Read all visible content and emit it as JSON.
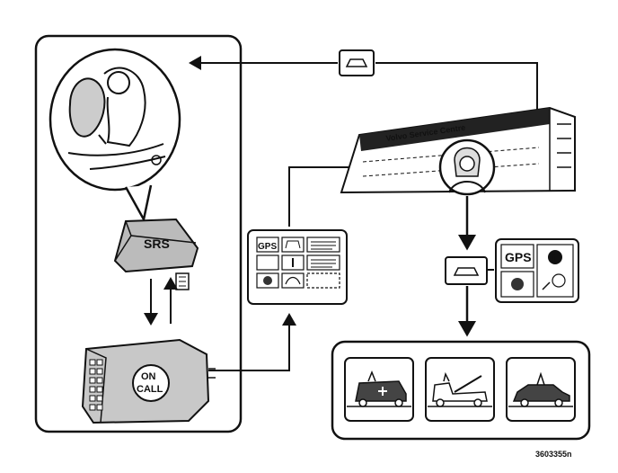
{
  "srs_module": {
    "label": "SRS"
  },
  "on_call_unit": {
    "line1": "ON",
    "line2": "CALL"
  },
  "data_panel": {
    "gps_label": "GPS"
  },
  "service_centre": {
    "sign": "Volvo Service Centre"
  },
  "info_panel": {
    "gps_label": "GPS",
    "info_glyph": "i"
  },
  "reference_code": "3603355n"
}
